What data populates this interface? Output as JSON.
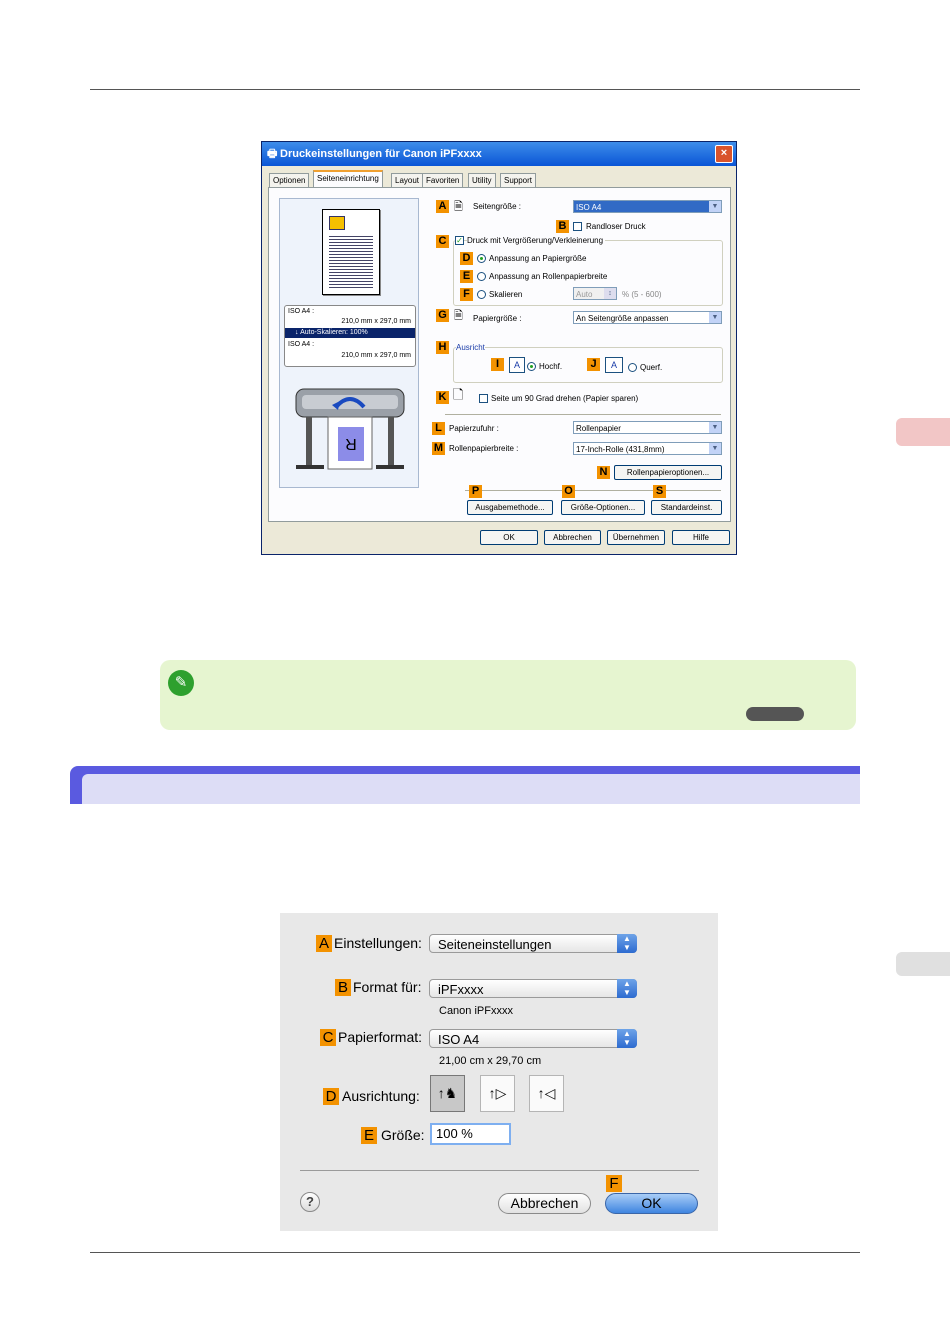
{
  "colors": {
    "tag_orange": "#f39200",
    "note_bg": "#e6f5d0",
    "section_blue": "#5a5ae0",
    "side_tab_red": "#f2c6c6",
    "side_tab_grey": "#e0e0e0"
  },
  "win_dialog": {
    "title": "Druckeinstellungen für Canon iPFxxxx",
    "close_icon": "×",
    "tabs": [
      "Optionen",
      "Seiteneinrichtung",
      "Layout",
      "Favoriten",
      "Utility",
      "Support"
    ],
    "preview": {
      "line1_label": "ISO A4 :",
      "line1_value": "210,0 mm x 297,0 mm",
      "line2": "Auto-Skalieren: 100%",
      "line3_label": "ISO A4 :",
      "line3_value": "210,0 mm x 297,0 mm",
      "sheet_letter": "R"
    },
    "tags": {
      "A": "A",
      "B": "B",
      "C": "C",
      "D": "D",
      "E": "E",
      "F": "F",
      "G": "G",
      "H": "H",
      "I": "I",
      "J": "J",
      "K": "K",
      "L": "L",
      "M": "M",
      "N": "N",
      "O": "O",
      "P": "P",
      "S": "S"
    },
    "page_size_label": "Seitengröße :",
    "page_size_value": "ISO A4",
    "borderless_label": "Randloser Druck",
    "enlarge_label": "Druck mit Vergrößerung/Verkleinerung",
    "fit_paper_label": "Anpassung an Papiergröße",
    "fit_roll_label": "Anpassung an Rollenpapierbreite",
    "scale_label": "Skalieren",
    "scale_value": "Auto",
    "scale_range": "% (5 - 600)",
    "paper_size_label": "Papiergröße :",
    "paper_size_value": "An Seitengröße anpassen",
    "orientation_label": "Ausricht",
    "portrait_label": "Hochf.",
    "landscape_label": "Querf.",
    "orient_icon_text": "A",
    "rotate_label": "Seite um 90 Grad drehen (Papier sparen)",
    "feed_label": "Papierzufuhr :",
    "feed_value": "Rollenpapier",
    "roll_width_label": "Rollenpapierbreite :",
    "roll_width_value": "17-Inch-Rolle (431,8mm)",
    "roll_options_btn": "Rollenpapieroptionen...",
    "output_btn": "Ausgabemethode...",
    "size_options_btn": "Größe-Optionen...",
    "defaults_btn": "Standardeinst.",
    "ok_btn": "OK",
    "cancel_btn": "Abbrechen",
    "apply_btn": "Übernehmen",
    "help_btn": "Hilfe"
  },
  "mac_dialog": {
    "settings_label": "Einstellungen:",
    "settings_value": "Seiteneinstellungen",
    "format_label": "Format für:",
    "format_value": "iPFxxxx",
    "format_sub": "Canon iPFxxxx",
    "paper_label": "Papierformat:",
    "paper_value": "ISO A4",
    "paper_sub": "21,00 cm x 29,70 cm",
    "orientation_label": "Ausrichtung:",
    "scale_label": "Größe:",
    "scale_value": "100 %",
    "help_glyph": "?",
    "cancel_btn": "Abbrechen",
    "ok_btn": "OK",
    "tags": {
      "A": "A",
      "B": "B",
      "C": "C",
      "D": "D",
      "E": "E",
      "F": "F"
    }
  }
}
